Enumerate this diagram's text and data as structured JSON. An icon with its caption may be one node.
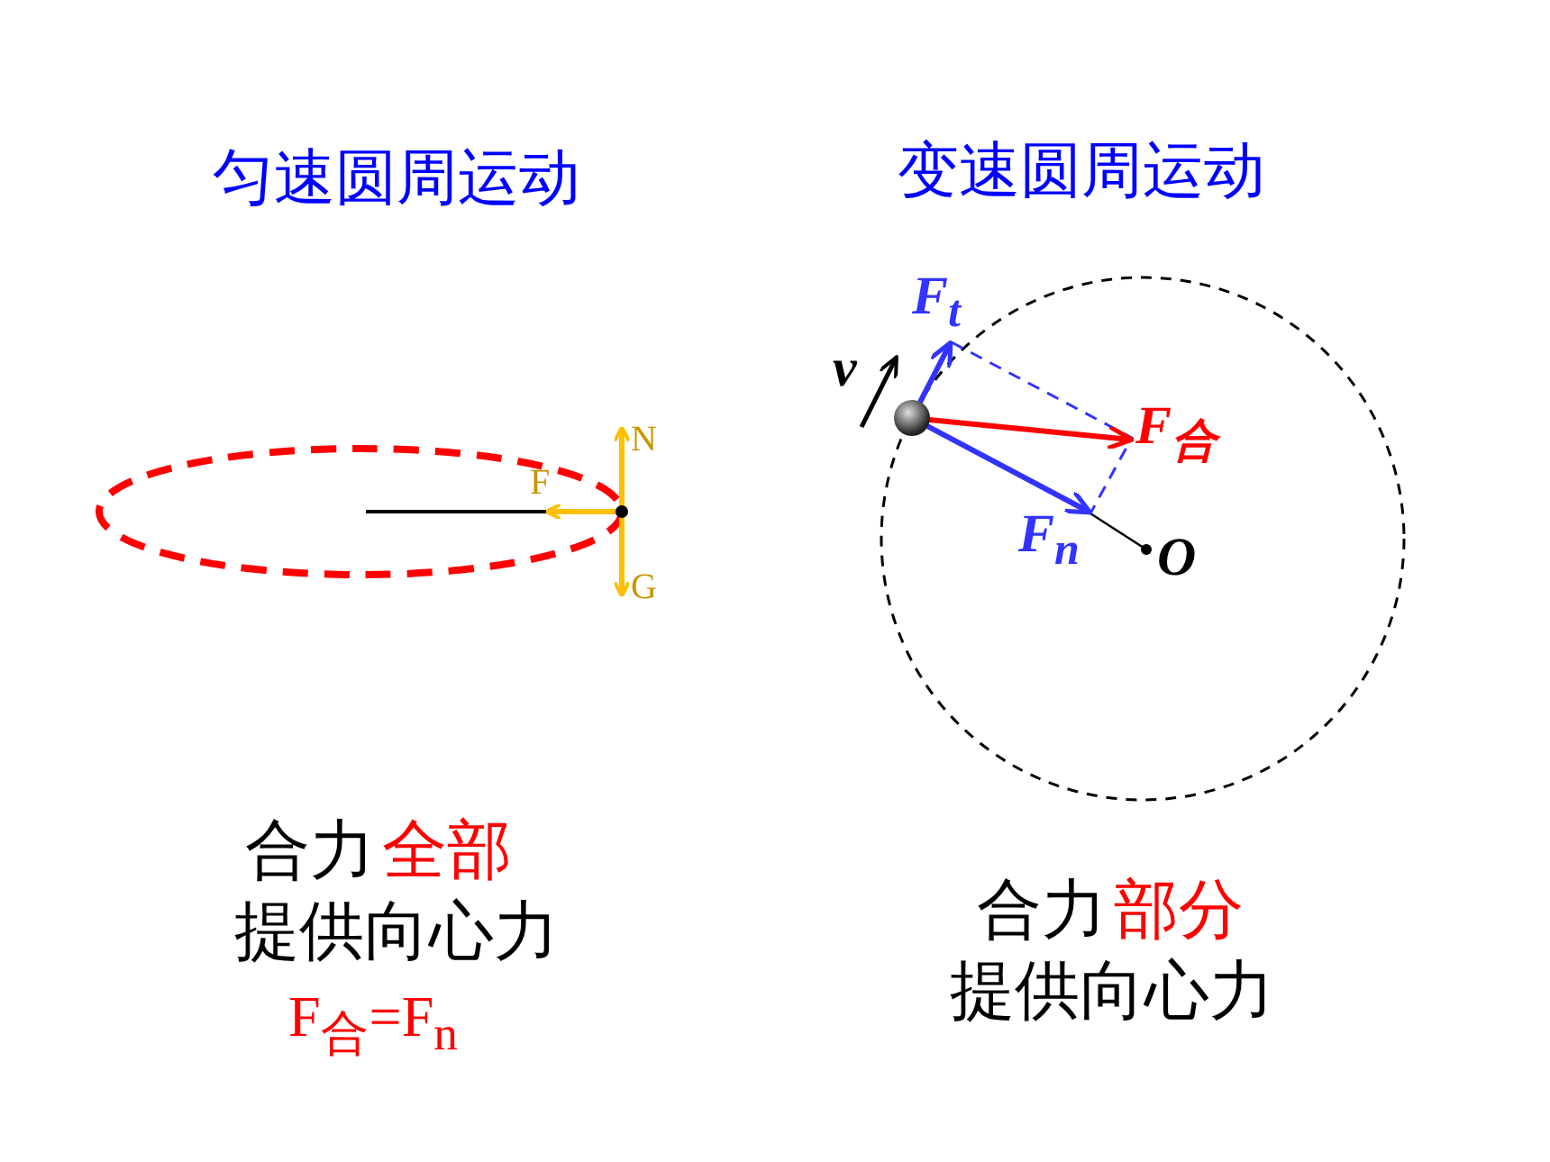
{
  "diagram": {
    "labels": [
      "匀速圆周运动",
      "变速圆周运动",
      "F$_{t}$",
      "v",
      "N",
      "F",
      "F$_{合}$",
      "F$_{n}$",
      "O",
      "G",
      "合力",
      "全部",
      "提供向心力",
      "合力",
      "部分",
      "F$_{合}$=F$_{n}$",
      "提供向心力"
    ]
  }
}
